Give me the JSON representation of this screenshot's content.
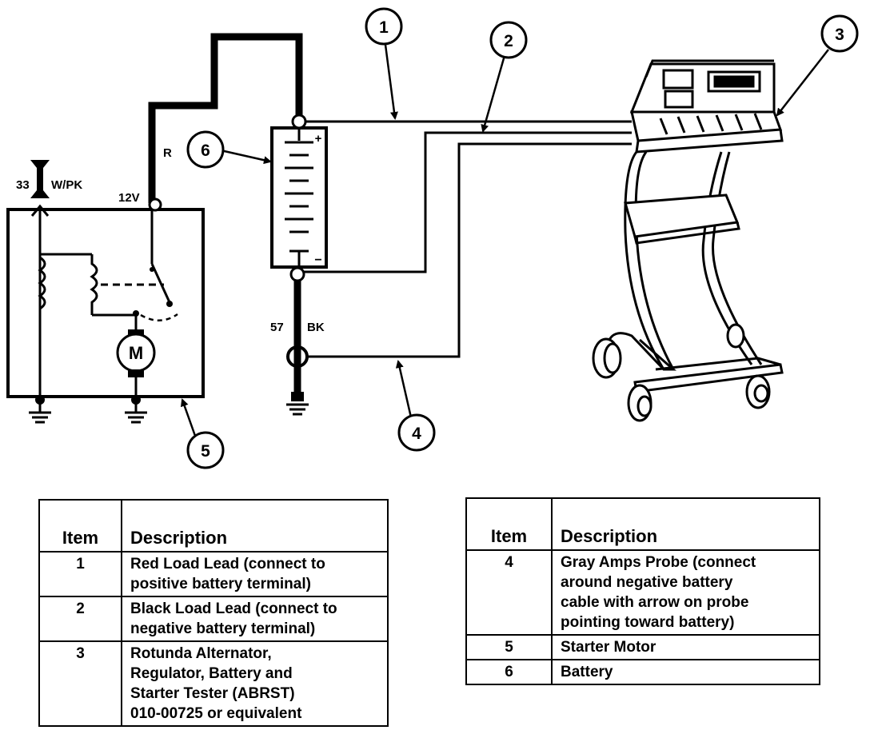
{
  "diagram": {
    "callouts": [
      "1",
      "2",
      "3",
      "4",
      "5",
      "6"
    ],
    "wire_labels": {
      "circuit_33": "33",
      "w_pk": "W/PK",
      "v12": "12V",
      "r": "R",
      "circuit_57": "57",
      "bk": "BK",
      "motor": "M",
      "plus": "+",
      "minus": "−"
    }
  },
  "tables": {
    "left": {
      "headers": [
        "Item",
        "Description"
      ],
      "rows": [
        {
          "item": "1",
          "lines": [
            "Red Load Lead (connect to",
            "positive battery terminal)"
          ]
        },
        {
          "item": "2",
          "lines": [
            "Black Load Lead (connect to",
            "negative battery terminal)"
          ]
        },
        {
          "item": "3",
          "lines": [
            "Rotunda Alternator,",
            "Regulator, Battery and",
            "Starter Tester (ABRST)",
            "010-00725 or equivalent"
          ]
        }
      ]
    },
    "right": {
      "headers": [
        "Item",
        "Description"
      ],
      "rows": [
        {
          "item": "4",
          "lines": [
            "Gray Amps Probe (connect",
            "around negative battery",
            "cable with arrow on probe",
            "pointing toward battery)"
          ]
        },
        {
          "item": "5",
          "lines": [
            "Starter Motor"
          ]
        },
        {
          "item": "6",
          "lines": [
            "Battery"
          ]
        }
      ]
    }
  }
}
